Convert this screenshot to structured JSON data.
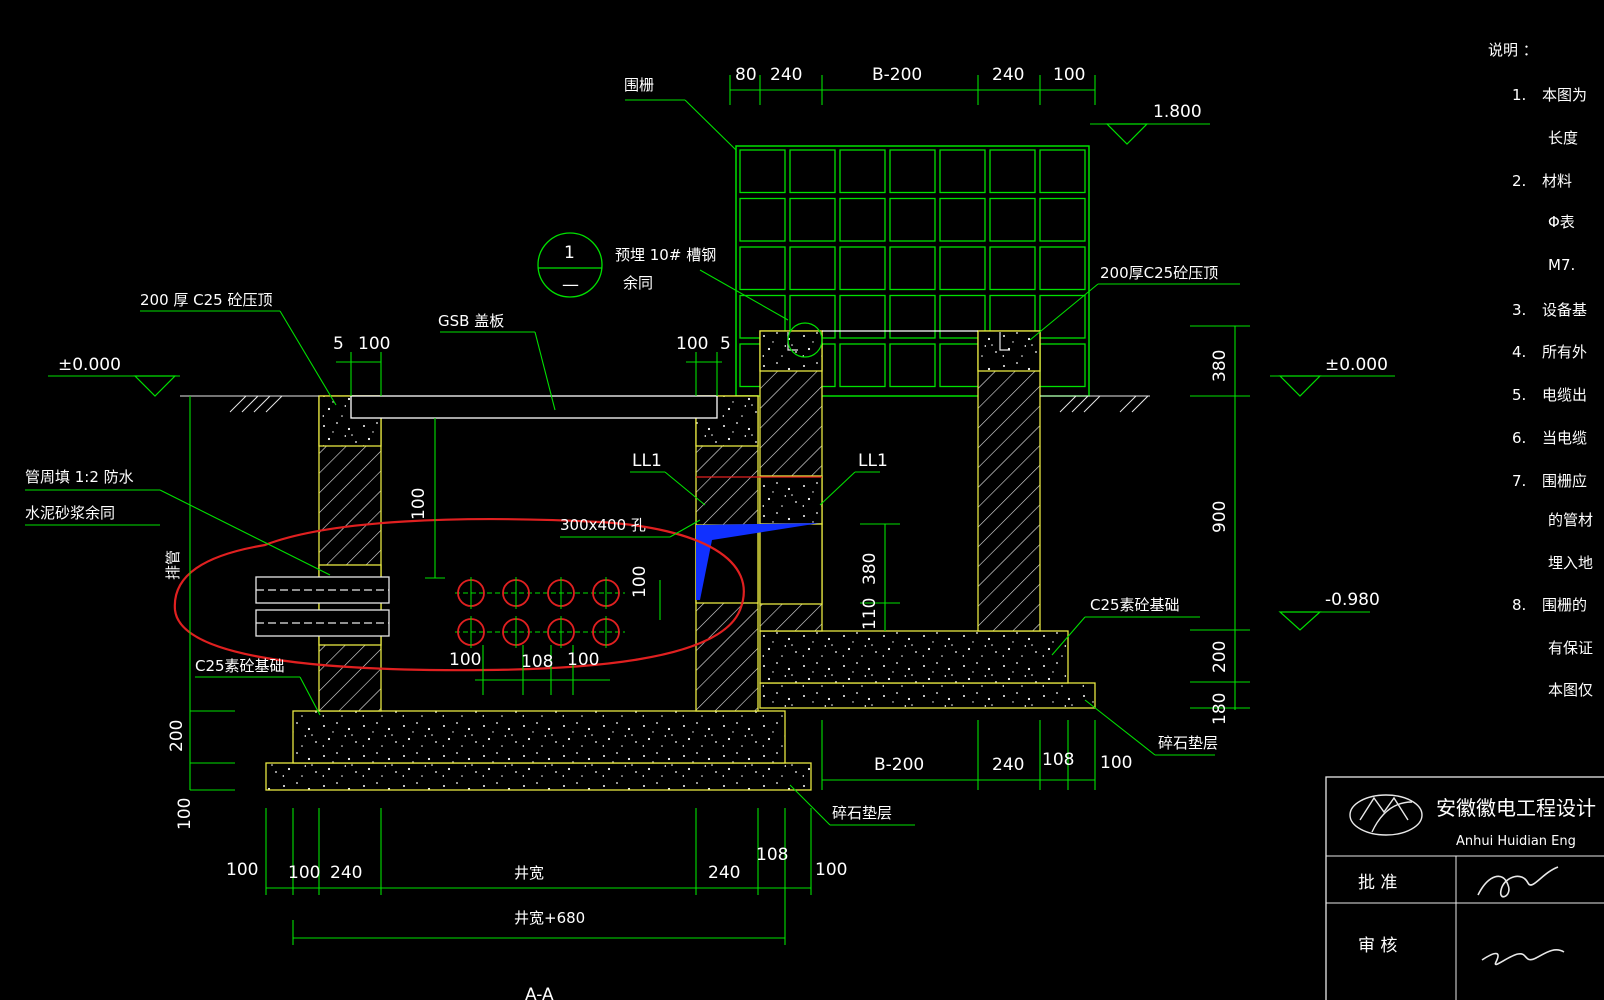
{
  "labels": {
    "fence": "围栅",
    "embed_line1": "预埋  10# 槽钢",
    "embed_line2": "余同",
    "detail_num": "1",
    "detail_sub": "—",
    "cap_left": "200  厚 C25   砼压顶",
    "cap_right": "200厚C25砼压顶",
    "cover": "GSB  盖板",
    "pipe_fill_1": "管周填   1:2   防水",
    "pipe_fill_2": "水泥砂浆余同",
    "hole": "300x400   孔",
    "ll1_a": "LL1",
    "ll1_b": "LL1",
    "found_left": "C25素砼基础",
    "found_right": "C25素砼基础",
    "gravel_left": "碎石垫层",
    "gravel_right": "碎石垫层",
    "pipe_side": "排管",
    "section_name": "A-A"
  },
  "levels": {
    "top": "1.800",
    "zero_left": "±0.000",
    "zero_right": "±0.000",
    "bottom": "-0.980"
  },
  "dims": {
    "top_80": "80",
    "top_240a": "240",
    "top_b200": "B-200",
    "top_240b": "240",
    "top_100": "100",
    "l_5a": "5",
    "l_100a": "100",
    "l_100b": "100",
    "l_5b": "5",
    "v_100": "100",
    "v_380": "380",
    "v_900": "900",
    "v_200r": "200",
    "v_180": "180",
    "v_380b": "380",
    "v_110": "110",
    "v_200l": "200",
    "v_100l": "100",
    "v_pipe100": "100",
    "p_100a": "100",
    "p_108": "108",
    "p_100b": "100",
    "b_100a": "100",
    "b_100b": "100",
    "b_240a": "240",
    "b_well": "井宽",
    "b_240b": "240",
    "b_108": "108",
    "b_100c": "100",
    "b_total": "井宽+680",
    "r_b200": "B-200",
    "r_240": "240",
    "r_108": "108",
    "r_100": "100"
  },
  "notes": {
    "heading": "说明   ：",
    "items": [
      {
        "num": "1.",
        "text": "本图为"
      },
      {
        "num": "",
        "text": "长度"
      },
      {
        "num": "2.",
        "text": "材料"
      },
      {
        "num": "",
        "text": "Φ表"
      },
      {
        "num": "",
        "text": "M7."
      },
      {
        "num": "3.",
        "text": "设备基"
      },
      {
        "num": "4.",
        "text": "所有外"
      },
      {
        "num": "5.",
        "text": "电缆出"
      },
      {
        "num": "6.",
        "text": "当电缆"
      },
      {
        "num": "7.",
        "text": "围栅应"
      },
      {
        "num": "",
        "text": "的管材"
      },
      {
        "num": "",
        "text": "埋入地"
      },
      {
        "num": "8.",
        "text": "围栅的"
      },
      {
        "num": "",
        "text": "有保证"
      },
      {
        "num": "",
        "text": "本图仅"
      }
    ]
  },
  "title_block": {
    "company_cn": "安徽徽电工程设计",
    "company_en": "Anhui Huidian Eng",
    "approve_label": "批  准",
    "review_label": "审  核"
  },
  "colors": {
    "background": "#000000",
    "dimension": "#00e000",
    "wall": "#e8e840",
    "pipe": "#e02020",
    "annotation_circle": "#e02020",
    "hole_fill": "#1030ff",
    "text": "#ffffff"
  }
}
